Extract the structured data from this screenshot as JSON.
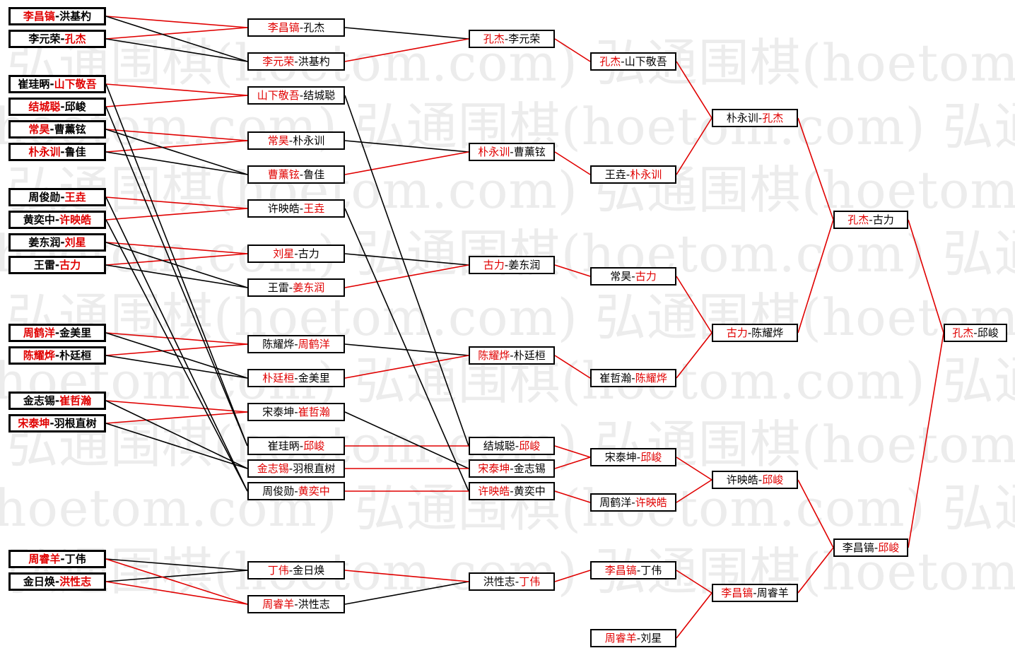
{
  "colors": {
    "win": "#e00000",
    "lose": "#000000",
    "watermark": "#ececec"
  },
  "watermark": "弘通围棋(hoetom.com)",
  "rounds": [
    {
      "matches": [
        {
          "p1": "李昌镐",
          "p2": "洪基杓",
          "winner": 1
        },
        {
          "p1": "李元荣",
          "p2": "孔杰",
          "winner": 2
        },
        {
          "p1": "崔珪昞",
          "p2": "山下敬吾",
          "winner": 2
        },
        {
          "p1": "结城聪",
          "p2": "邱峻",
          "winner": 1
        },
        {
          "p1": "常昊",
          "p2": "曹薰铉",
          "winner": 1
        },
        {
          "p1": "朴永训",
          "p2": "鲁佳",
          "winner": 1
        },
        {
          "p1": "周俊勋",
          "p2": "王垚",
          "winner": 2
        },
        {
          "p1": "黄奕中",
          "p2": "许映皓",
          "winner": 2
        },
        {
          "p1": "姜东润",
          "p2": "刘星",
          "winner": 2
        },
        {
          "p1": "王雷",
          "p2": "古力",
          "winner": 2
        },
        {
          "p1": "周鹤洋",
          "p2": "金美里",
          "winner": 1
        },
        {
          "p1": "陈耀烨",
          "p2": "朴廷桓",
          "winner": 1
        },
        {
          "p1": "金志锡",
          "p2": "崔哲瀚",
          "winner": 2
        },
        {
          "p1": "宋泰坤",
          "p2": "羽根直树",
          "winner": 1
        },
        {
          "p1": "周睿羊",
          "p2": "丁伟",
          "winner": 1
        },
        {
          "p1": "金日焕",
          "p2": "洪性志",
          "winner": 2
        }
      ]
    },
    {
      "matches": [
        {
          "p1": "李昌镐",
          "p2": "孔杰",
          "winner": 1
        },
        {
          "p1": "李元荣",
          "p2": "洪基杓",
          "winner": 1
        },
        {
          "p1": "山下敬吾",
          "p2": "结城聪",
          "winner": 1
        },
        {
          "p1": "常昊",
          "p2": "朴永训",
          "winner": 1
        },
        {
          "p1": "曹薰铉",
          "p2": "鲁佳",
          "winner": 1
        },
        {
          "p1": "许映皓",
          "p2": "王垚",
          "winner": 2
        },
        {
          "p1": "刘星",
          "p2": "古力",
          "winner": 1
        },
        {
          "p1": "王雷",
          "p2": "姜东润",
          "winner": 2
        },
        {
          "p1": "陈耀烨",
          "p2": "周鹤洋",
          "winner": 2
        },
        {
          "p1": "朴廷桓",
          "p2": "金美里",
          "winner": 1
        },
        {
          "p1": "宋泰坤",
          "p2": "崔哲瀚",
          "winner": 2
        },
        {
          "p1": "崔珪昞",
          "p2": "邱峻",
          "winner": 2
        },
        {
          "p1": "金志锡",
          "p2": "羽根直树",
          "winner": 1
        },
        {
          "p1": "周俊勋",
          "p2": "黄奕中",
          "winner": 2
        },
        {
          "p1": "丁伟",
          "p2": "金日焕",
          "winner": 1
        },
        {
          "p1": "周睿羊",
          "p2": "洪性志",
          "winner": 1
        }
      ]
    },
    {
      "matches": [
        {
          "p1": "孔杰",
          "p2": "李元荣",
          "winner": 1
        },
        {
          "p1": "朴永训",
          "p2": "曹薰铉",
          "winner": 1
        },
        {
          "p1": "古力",
          "p2": "姜东润",
          "winner": 1
        },
        {
          "p1": "陈耀烨",
          "p2": "朴廷桓",
          "winner": 1
        },
        {
          "p1": "结城聪",
          "p2": "邱峻",
          "winner": 2
        },
        {
          "p1": "宋泰坤",
          "p2": "金志锡",
          "winner": 1
        },
        {
          "p1": "许映皓",
          "p2": "黄奕中",
          "winner": 1
        },
        {
          "p1": "洪性志",
          "p2": "丁伟",
          "winner": 2
        }
      ]
    },
    {
      "matches": [
        {
          "p1": "孔杰",
          "p2": "山下敬吾",
          "winner": 1
        },
        {
          "p1": "王垚",
          "p2": "朴永训",
          "winner": 2
        },
        {
          "p1": "常昊",
          "p2": "古力",
          "winner": 2
        },
        {
          "p1": "崔哲瀚",
          "p2": "陈耀烨",
          "winner": 2
        },
        {
          "p1": "宋泰坤",
          "p2": "邱峻",
          "winner": 2
        },
        {
          "p1": "周鹤洋",
          "p2": "许映皓",
          "winner": 2
        },
        {
          "p1": "李昌镐",
          "p2": "丁伟",
          "winner": 1
        },
        {
          "p1": "周睿羊",
          "p2": "刘星",
          "winner": 1
        }
      ]
    },
    {
      "matches": [
        {
          "p1": "朴永训",
          "p2": "孔杰",
          "winner": 2
        },
        {
          "p1": "古力",
          "p2": "陈耀烨",
          "winner": 1
        },
        {
          "p1": "许映皓",
          "p2": "邱峻",
          "winner": 2
        },
        {
          "p1": "李昌镐",
          "p2": "周睿羊",
          "winner": 1
        }
      ]
    },
    {
      "matches": [
        {
          "p1": "孔杰",
          "p2": "古力",
          "winner": 1
        },
        {
          "p1": "李昌镐",
          "p2": "邱峻",
          "winner": 2
        }
      ]
    },
    {
      "matches": [
        {
          "p1": "孔杰",
          "p2": "邱峻",
          "winner": 1
        }
      ]
    }
  ]
}
